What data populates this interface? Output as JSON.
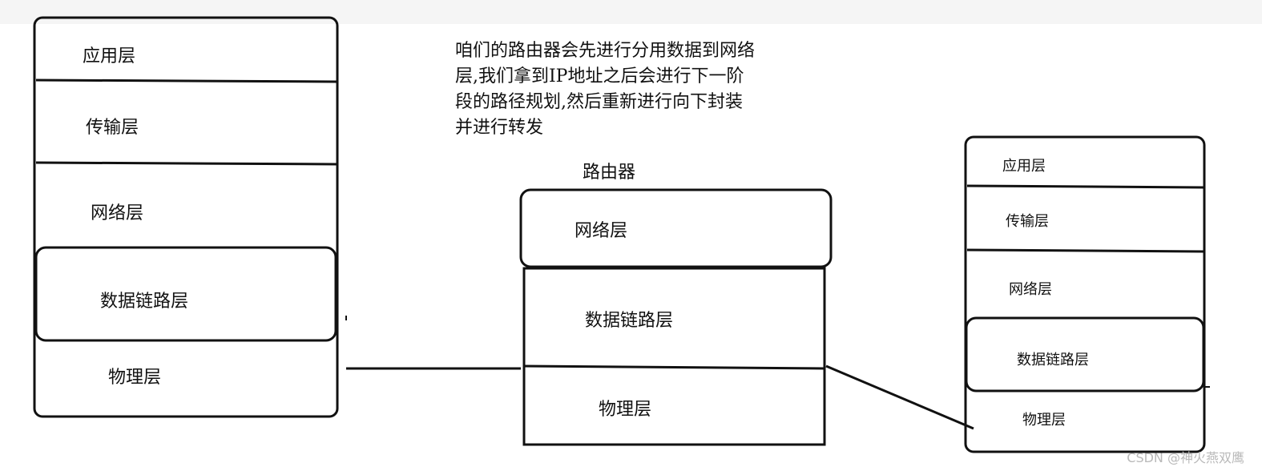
{
  "diagram": {
    "left_stack": {
      "layers": [
        "应用层",
        "传输层",
        "网络层",
        "数据链路层",
        "物理层"
      ]
    },
    "router": {
      "title": "路由器",
      "layers": [
        "网络层",
        "数据链路层",
        "物理层"
      ]
    },
    "right_stack": {
      "layers": [
        "应用层",
        "传输层",
        "网络层",
        "数据链路层",
        "物理层"
      ]
    },
    "note_lines": [
      "咱们的路由器会先进行分用数据到网络",
      "层,我们拿到IP地址之后会进行下一阶",
      "段的路径规划,然后重新进行向下封装",
      "并进行转发"
    ],
    "watermark": "CSDN @神火燕双鹰"
  }
}
